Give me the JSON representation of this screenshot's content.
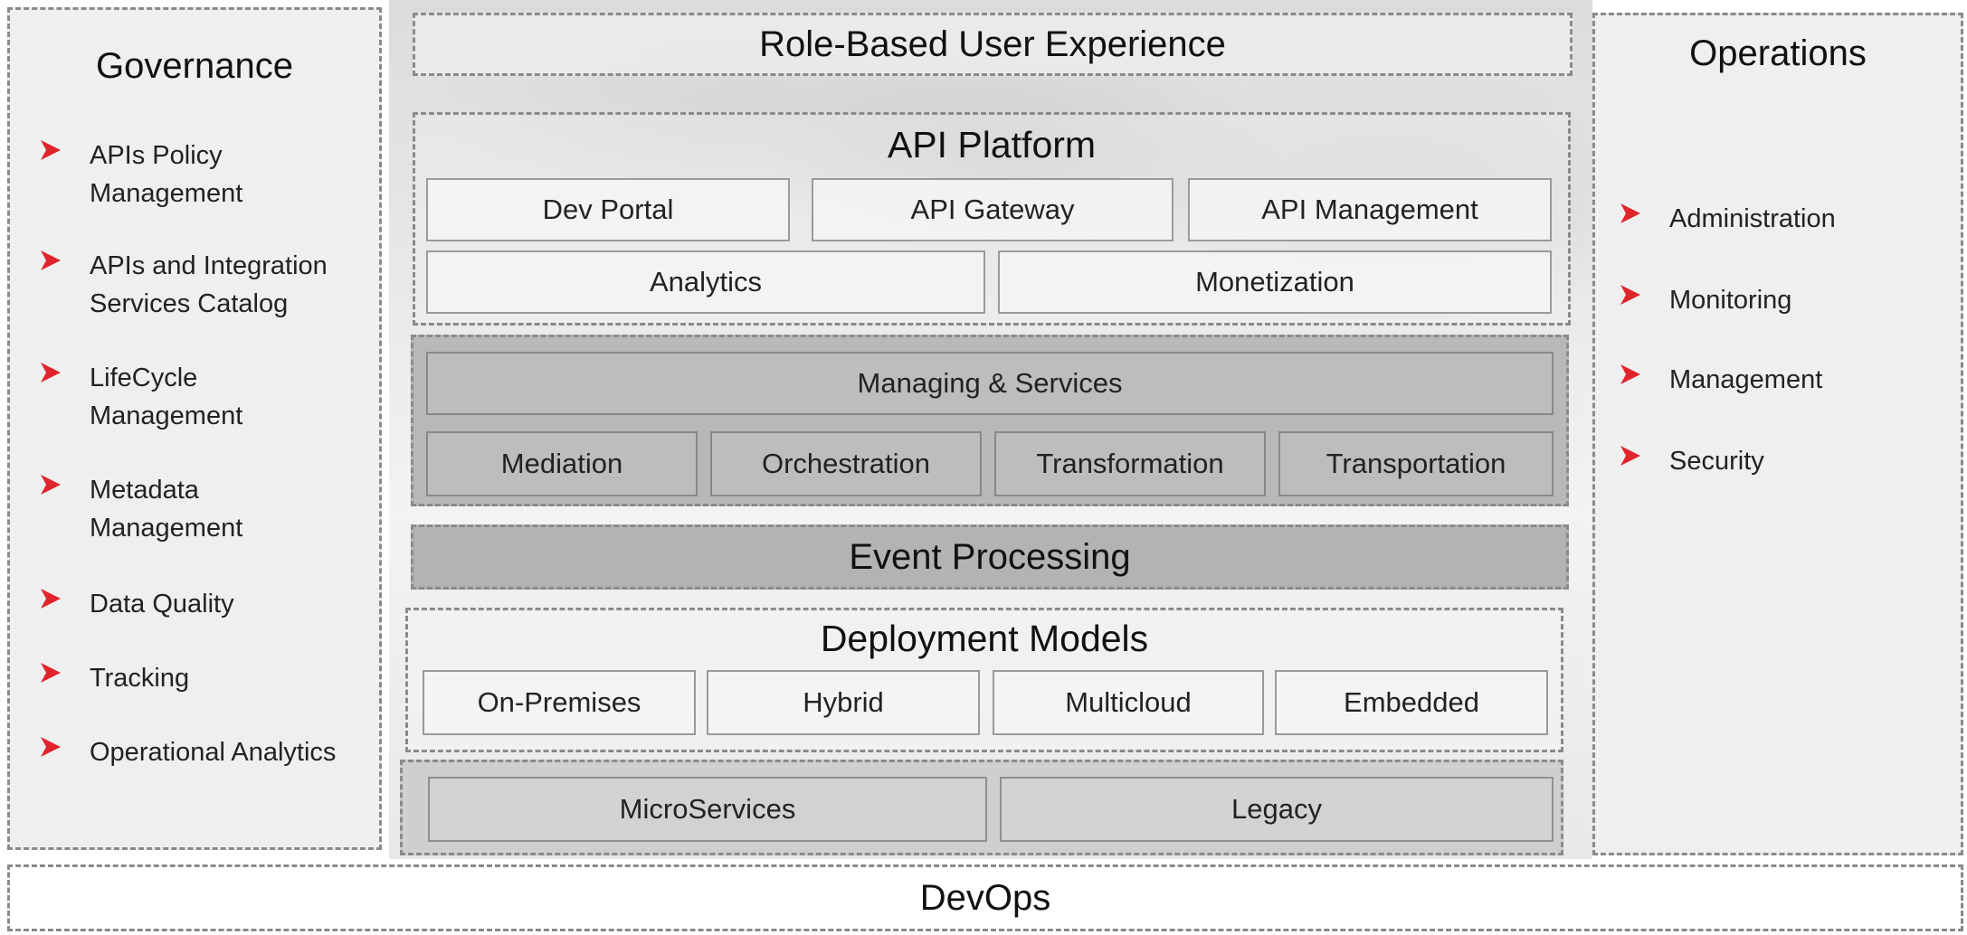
{
  "governance": {
    "title": "Governance",
    "items": [
      {
        "line1": "APIs Policy",
        "line2": "Management"
      },
      {
        "line1": "APIs and Integration",
        "line2": "Services Catalog"
      },
      {
        "line1": "LifeCycle",
        "line2": "Management"
      },
      {
        "line1": "Metadata",
        "line2": "Management"
      },
      {
        "line1": "Data Quality",
        "line2": ""
      },
      {
        "line1": "Tracking",
        "line2": ""
      },
      {
        "line1": "Operational Analytics",
        "line2": ""
      }
    ]
  },
  "operations": {
    "title": "Operations",
    "items": [
      "Administration",
      "Monitoring",
      "Management",
      "Security"
    ]
  },
  "role_based_ux": "Role-Based User Experience",
  "api_platform": {
    "title": "API Platform",
    "row1": [
      "Dev Portal",
      "API Gateway",
      "API Management"
    ],
    "row2": [
      "Analytics",
      "Monetization"
    ]
  },
  "managing_services": {
    "title": "Managing & Services",
    "items": [
      "Mediation",
      "Orchestration",
      "Transformation",
      "Transportation"
    ]
  },
  "event_processing": "Event Processing",
  "deployment_models": {
    "title": "Deployment Models",
    "items": [
      "On-Premises",
      "Hybrid",
      "Multicloud",
      "Embedded"
    ]
  },
  "foundation": {
    "items": [
      "MicroServices",
      "Legacy"
    ]
  },
  "devops": "DevOps",
  "colors": {
    "bullet_arrow": "#e0242b",
    "panel_bg": "#efefef",
    "dark_box": "#bdbdbd"
  }
}
